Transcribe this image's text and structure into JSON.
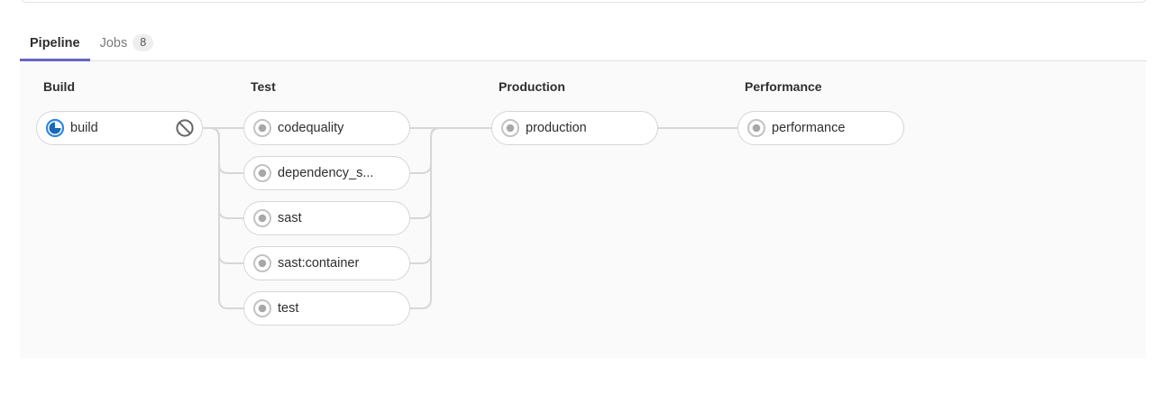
{
  "tabs": [
    {
      "id": "pipeline",
      "label": "Pipeline",
      "active": true
    },
    {
      "id": "jobs",
      "label": "Jobs",
      "badge": "8",
      "active": false
    }
  ],
  "pipeline_graph": {
    "stages": [
      {
        "name": "Build",
        "jobs": [
          {
            "label": "build",
            "status": "running",
            "action": "cancel"
          }
        ]
      },
      {
        "name": "Test",
        "jobs": [
          {
            "label": "codequality",
            "status": "created"
          },
          {
            "label": "dependency_s...",
            "status": "created"
          },
          {
            "label": "sast",
            "status": "created"
          },
          {
            "label": "sast:container",
            "status": "created"
          },
          {
            "label": "test",
            "status": "created"
          }
        ]
      },
      {
        "name": "Production",
        "jobs": [
          {
            "label": "production",
            "status": "created"
          }
        ]
      },
      {
        "name": "Performance",
        "jobs": [
          {
            "label": "performance",
            "status": "created"
          }
        ]
      }
    ]
  },
  "colors": {
    "accent_indigo": "#6666c4",
    "running_ring_blue": "#2e87e0",
    "running_fill_blue": "#1b69b6",
    "created_ring_gray": "#c3c3c3",
    "created_dot_gray": "#a8a8a8",
    "cancel_icon_gray": "#666666",
    "connector_gray": "#d7d7d7",
    "graph_background": "#fafafa",
    "pill_border": "#d6d6d6",
    "badge_background": "#eeeeee"
  }
}
